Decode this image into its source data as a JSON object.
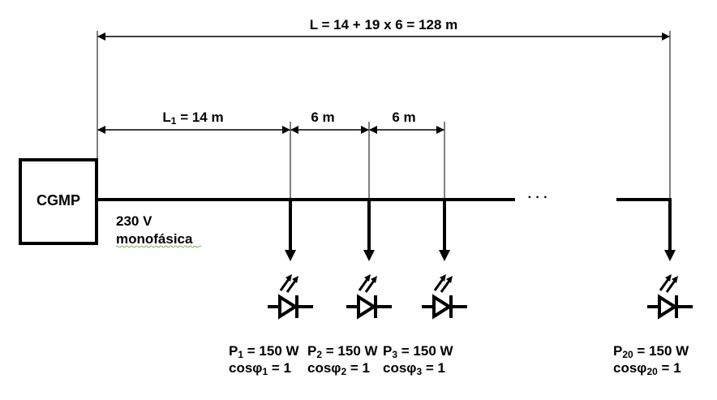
{
  "title_dimension": "L = 14 + 19 x 6 = 128 m",
  "segments": [
    {
      "label_main": "L",
      "label_sub": "1",
      "label_rest": " = 14 m"
    },
    {
      "label": "6 m"
    },
    {
      "label": "6 m"
    }
  ],
  "source": {
    "label": "CGMP",
    "voltage": "230 V",
    "type": "monofásica"
  },
  "ellipsis": "· · ·",
  "loads": [
    {
      "p": "P",
      "sub": "1",
      "power": " = 150 W",
      "cos": "cosφ",
      "cos_val": " = 1"
    },
    {
      "p": "P",
      "sub": "2",
      "power": " = 150 W",
      "cos": "cosφ",
      "cos_val": " = 1"
    },
    {
      "p": "P",
      "sub": "3",
      "power": " = 150 W",
      "cos": "cosφ",
      "cos_val": " = 1"
    },
    {
      "p": "P",
      "sub": "20",
      "power": " = 150 W",
      "cos": "cosφ",
      "cos_val": " = 1"
    }
  ]
}
